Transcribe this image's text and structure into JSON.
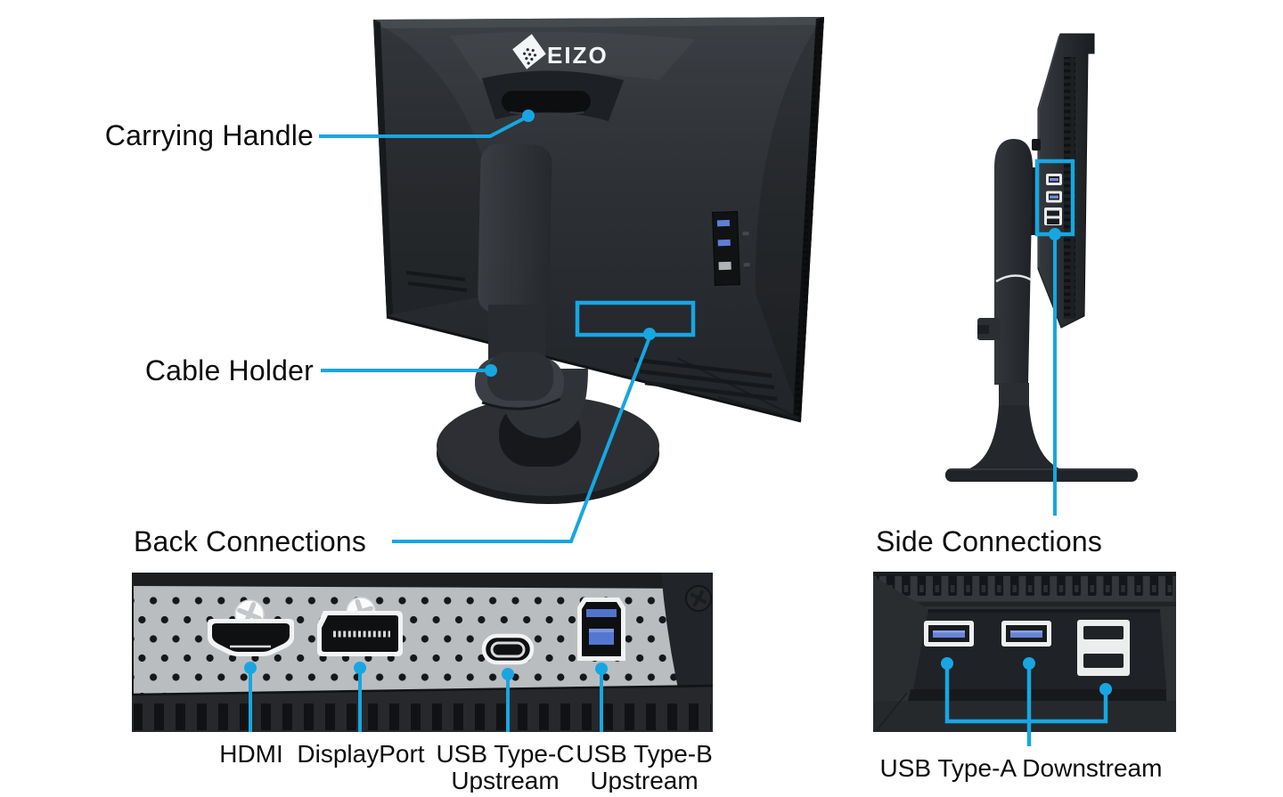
{
  "colors": {
    "accent": "#17a6e2",
    "panel_gray": "#babdc0",
    "monitor_dark": "#2b2e31",
    "usb_tongue_blue": "#6884d8",
    "usb_b_blue": "#5478d2",
    "label_text": "#0d0d0d"
  },
  "back_view": {
    "logo": "EIZO"
  },
  "callouts": {
    "carrying_handle": "Carrying Handle",
    "cable_holder": "Cable Holder",
    "back_connections": "Back Connections",
    "side_connections": "Side Connections"
  },
  "back_panel": {
    "ports": [
      {
        "id": "hdmi",
        "label": "HDMI",
        "sublabel": ""
      },
      {
        "id": "displayport",
        "label": "DisplayPort",
        "sublabel": ""
      },
      {
        "id": "usb_c",
        "label": "USB Type-C",
        "sublabel": "Upstream"
      },
      {
        "id": "usb_b",
        "label": "USB Type-B",
        "sublabel": "Upstream"
      }
    ]
  },
  "side_panel": {
    "label": "USB Type-A Downstream"
  }
}
